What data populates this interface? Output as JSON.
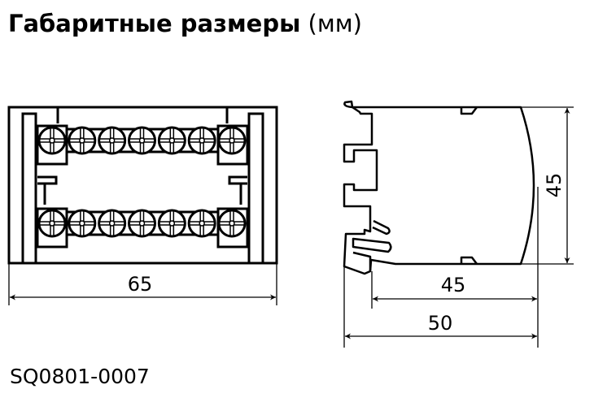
{
  "title": {
    "main": "Габаритные размеры",
    "unit": "(мм)"
  },
  "product_code": "SQ0801-0007",
  "dimensions": {
    "front_width": "65",
    "side_height": "45",
    "side_depth_body": "45",
    "side_depth_total": "50"
  },
  "terminal_rows": 2,
  "screws_per_row": 7
}
